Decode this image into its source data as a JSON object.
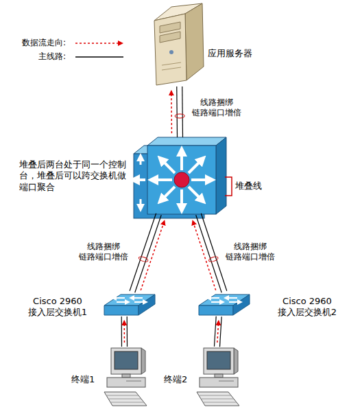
{
  "diagram": {
    "nodes": [
      {
        "text": [
          "应用服务器"
        ]
      },
      {
        "text": [
          "堆叠后两台处于同一个控制台，堆叠后可以跨交换机做端口聚合"
        ]
      },
      {
        "text": [
          "Cisco 2960 接入层交换机1"
        ]
      },
      {
        "text": [
          "Cisco 2960 接入层交换机2"
        ]
      },
      {
        "text": [
          "终端1"
        ]
      },
      {
        "text": [
          "终端2"
        ]
      }
    ],
    "edges": [
      {
        "from": 1,
        "to": 0,
        "label": "线路捆绑 链路端口增倍",
        "arrow": "to"
      },
      {
        "from": 2,
        "to": 1,
        "label": "线路捆绑 链路端口增倍",
        "arrow": "to"
      },
      {
        "from": 3,
        "to": 1,
        "label": "线路捆绑 链路端口增倍",
        "arrow": "to"
      },
      {
        "from": 4,
        "to": 2,
        "arrow": "to"
      },
      {
        "from": 5,
        "to": 3,
        "arrow": "to"
      }
    ],
    "labels": [
      "堆叠线"
    ],
    "legend": [
      {
        "text": "数据流走向:"
      },
      {
        "text": "主线路:"
      }
    ]
  }
}
